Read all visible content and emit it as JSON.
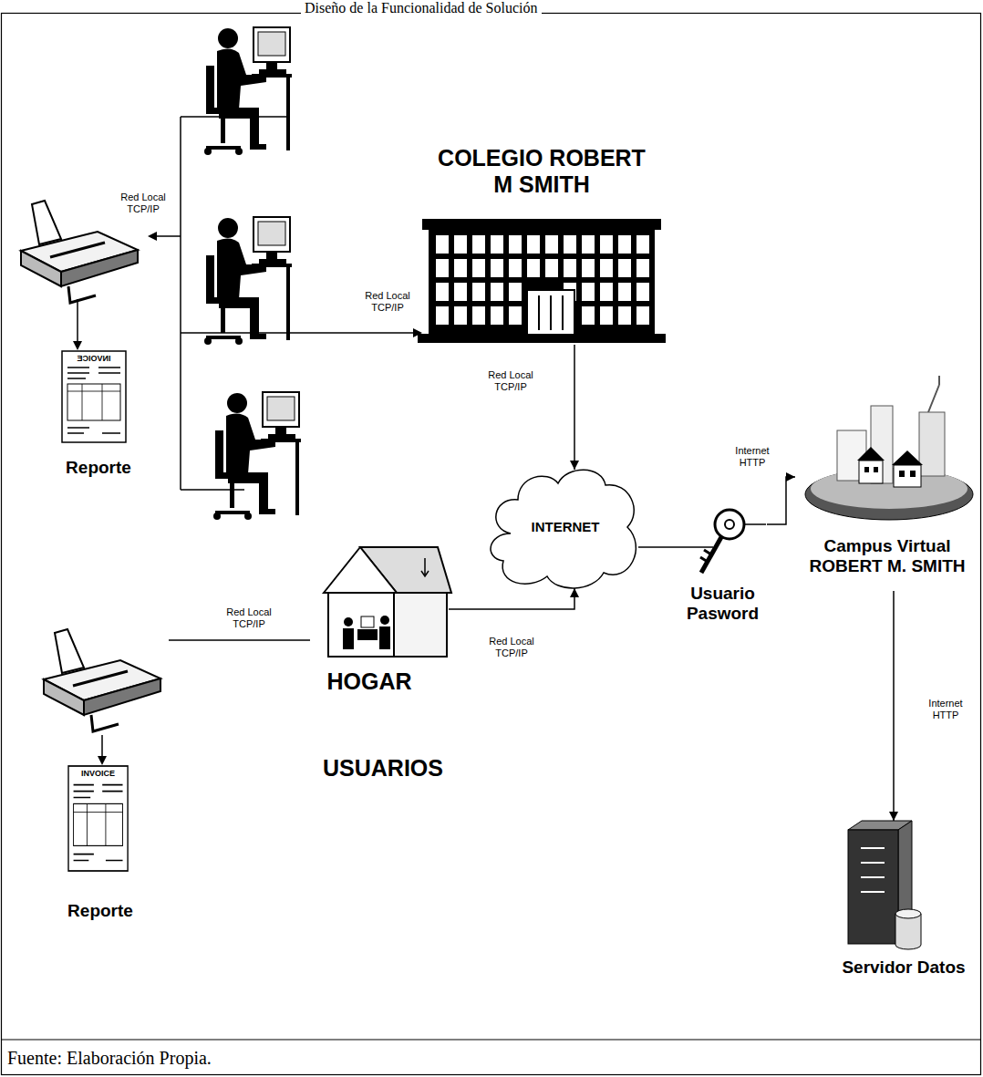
{
  "diagram": {
    "title": "Diseño de la Funcionalidad de Solución",
    "caption": "Fuente: Elaboración Propia.",
    "nodes": [
      {
        "text": [
          "COLEGIO ROBERT M SMITH"
        ]
      },
      {
        "text": [
          "INVOICE",
          "Reporte"
        ]
      },
      {
        "text": [
          "Campus Virtual ROBERT M. SMITH"
        ]
      },
      {
        "text": [
          "INTERNET"
        ]
      },
      {
        "text": [
          "Usuario Pasword"
        ]
      },
      {
        "text": [
          "HOGAR"
        ]
      },
      {
        "text": [
          "INVOICE",
          "Reporte"
        ]
      },
      {
        "text": [
          "Servidor Datos"
        ]
      }
    ],
    "edges": [
      {
        "from": 0,
        "to": 3,
        "arrow": "to",
        "label": "Red Local TCP/IP"
      },
      {
        "from": 5,
        "to": 3,
        "arrow": "to",
        "label": "Red Local TCP/IP"
      },
      {
        "from": 3,
        "to": 4,
        "arrow": "none"
      },
      {
        "from": 4,
        "to": 2,
        "arrow": "to",
        "label": "Internet HTTP"
      },
      {
        "from": 2,
        "to": 7,
        "arrow": "to",
        "label": "Internet HTTP"
      }
    ],
    "labels": [
      "Red Local TCP/IP",
      "Red Local TCP/IP",
      "Red Local TCP/IP",
      "USUARIOS"
    ]
  }
}
